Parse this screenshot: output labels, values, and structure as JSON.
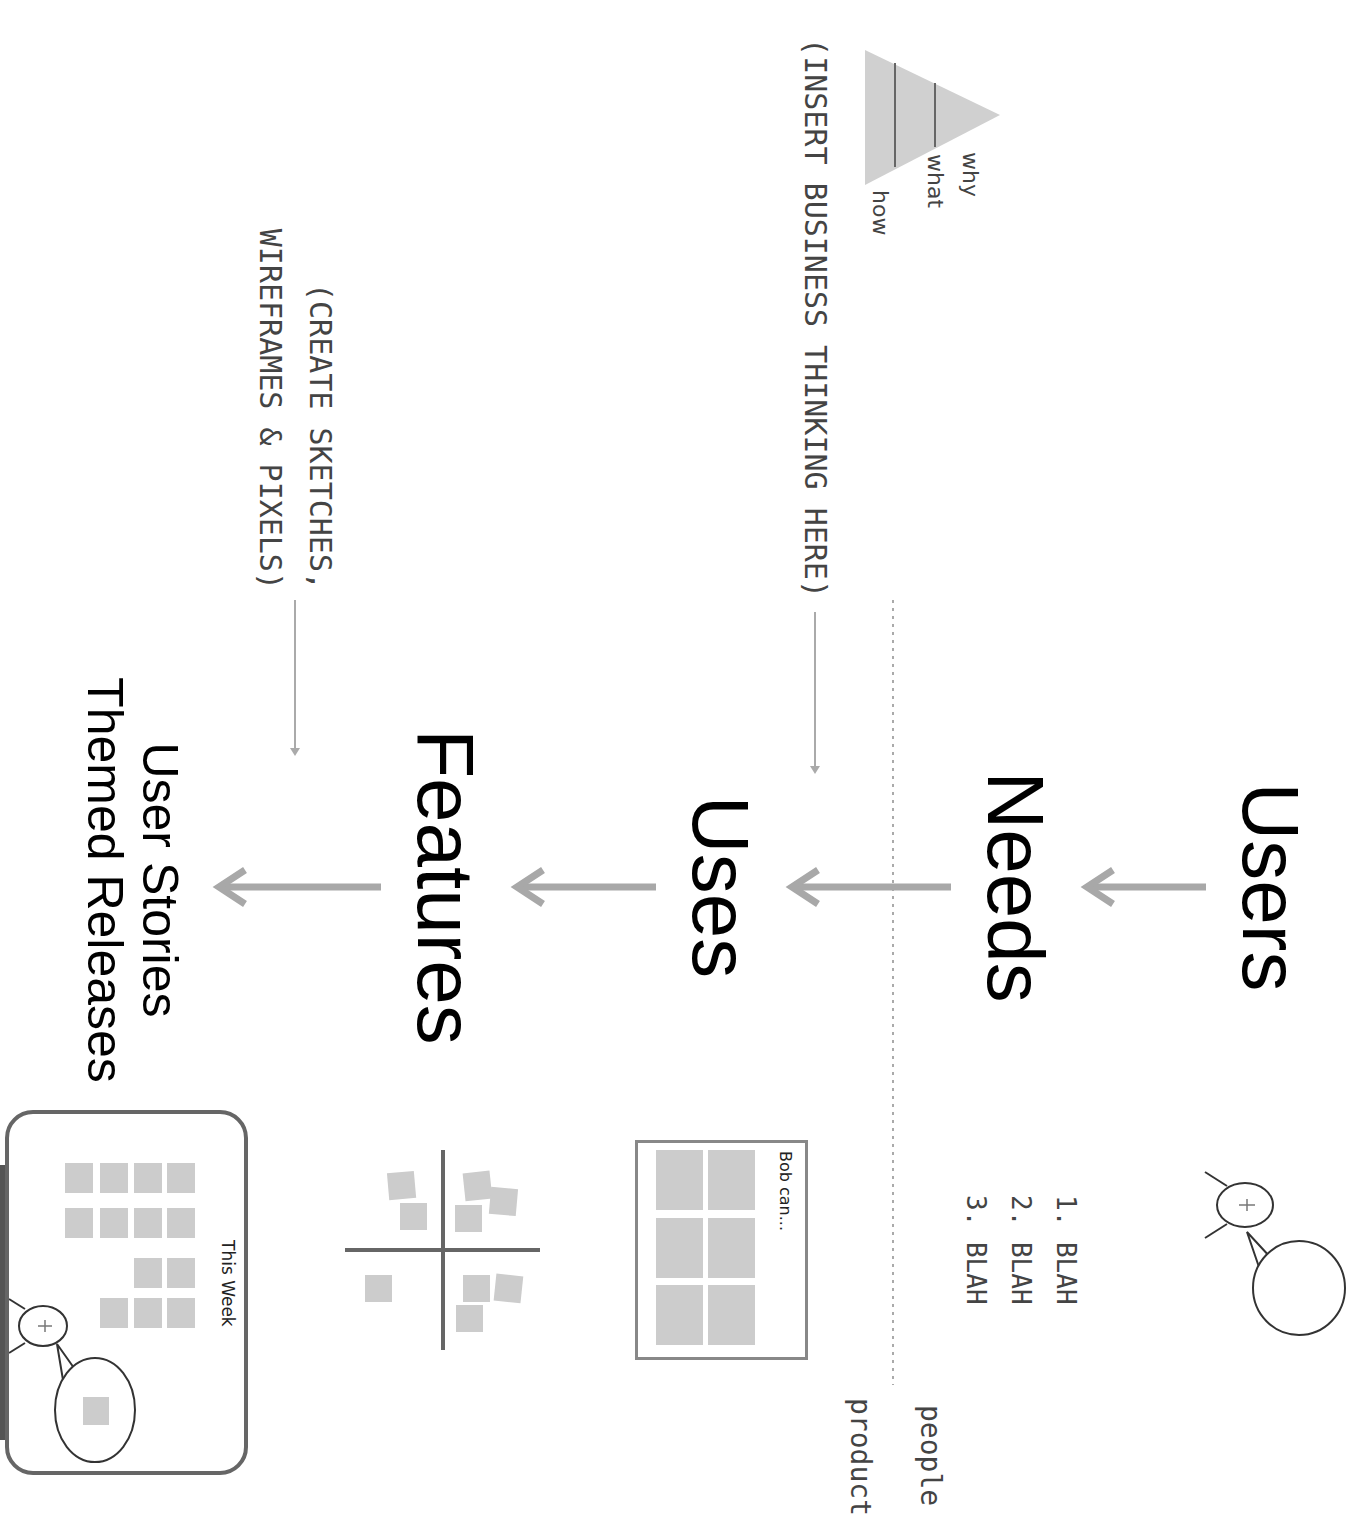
{
  "diagram": {
    "nodes": [
      {
        "text": [
          "Users"
        ]
      },
      {
        "text": [
          "Needs"
        ]
      },
      {
        "text": [
          "Uses"
        ]
      },
      {
        "text": [
          "Features"
        ]
      },
      {
        "text": [
          "User Stories",
          "Themed Releases"
        ]
      },
      {
        "text": [
          "Bob can..."
        ]
      },
      {
        "text": [
          "This Week"
        ]
      }
    ],
    "edges": [
      {
        "from": 0,
        "to": 1,
        "arrow": "to"
      },
      {
        "from": 1,
        "to": 2,
        "arrow": "to"
      },
      {
        "from": 2,
        "to": 3,
        "arrow": "to"
      },
      {
        "from": 3,
        "to": 4,
        "arrow": "to"
      }
    ],
    "labels": [
      "why",
      "what",
      "how",
      "(INSERT BUSINESS THINKING HERE)",
      "(CREATE SKETCHES, WIREFRAMES & PIXELS)",
      "1. BLAH",
      "2. BLAH",
      "3. BLAH",
      "people",
      "product"
    ]
  }
}
